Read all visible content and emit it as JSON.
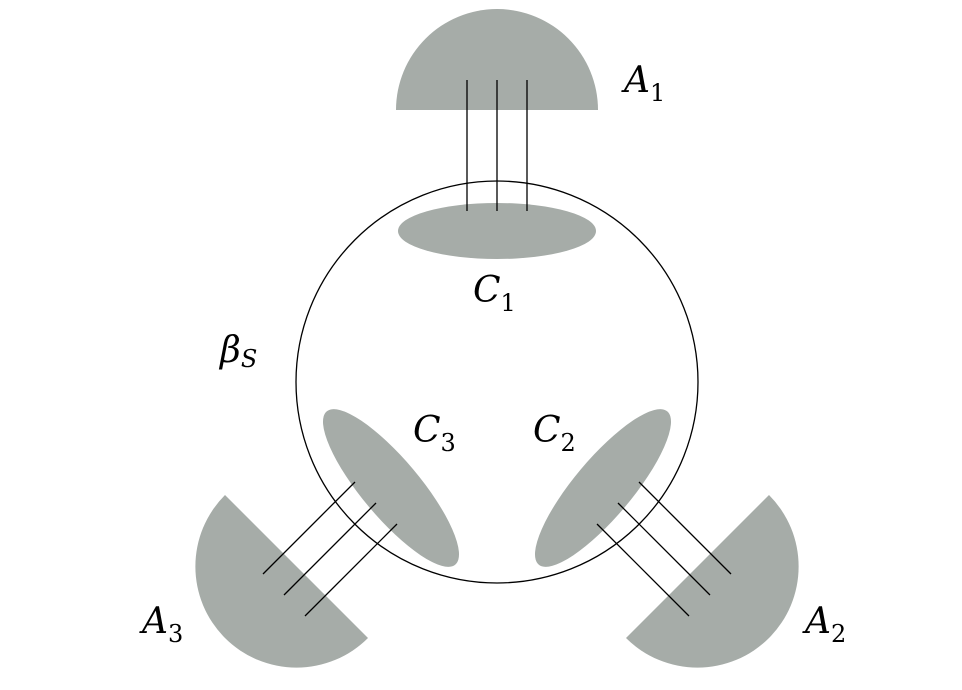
{
  "colors": {
    "blob_fill": "#a6aca8",
    "stroke": "#000000",
    "background": "#ffffff"
  },
  "labels": {
    "a1": {
      "main": "A",
      "sub": "1"
    },
    "a2": {
      "main": "A",
      "sub": "2"
    },
    "a3": {
      "main": "A",
      "sub": "3"
    },
    "c1": {
      "main": "C",
      "sub": "1"
    },
    "c2": {
      "main": "C",
      "sub": "2"
    },
    "c3": {
      "main": "C",
      "sub": "3"
    },
    "beta": {
      "main": "β",
      "sub": "S"
    }
  }
}
